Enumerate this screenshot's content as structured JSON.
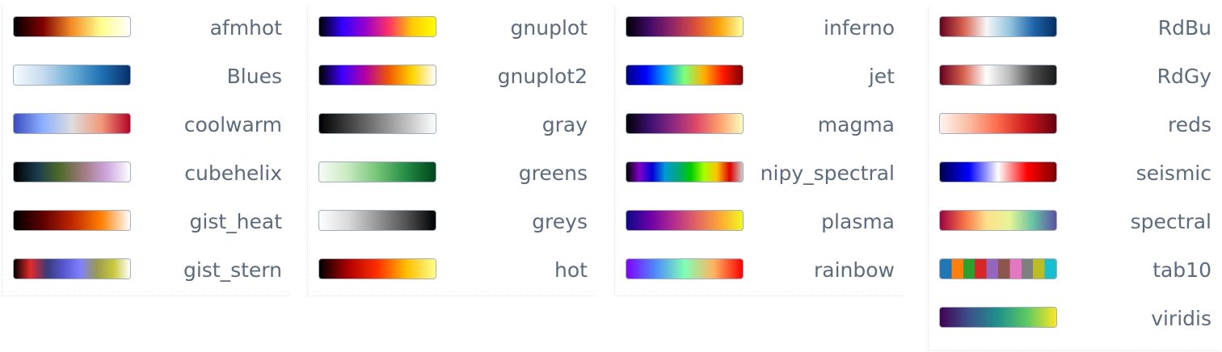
{
  "columns": [
    [
      {
        "name": "afmhot",
        "stops": [
          "#000000",
          "#7f0000",
          "#f48f26",
          "#ffff8e",
          "#ffffff"
        ]
      },
      {
        "name": "Blues",
        "stops": [
          "#f7fbff",
          "#c6dbef",
          "#6baed6",
          "#2171b5",
          "#08306b"
        ]
      },
      {
        "name": "coolwarm",
        "stops": [
          "#3b4cc0",
          "#8db0fe",
          "#dddddd",
          "#f49a7b",
          "#b40426"
        ]
      },
      {
        "name": "cubehelix",
        "stops": [
          "#000000",
          "#1a3b4c",
          "#4f6b2a",
          "#a17a7f",
          "#cfa6e0",
          "#ffffff"
        ]
      },
      {
        "name": "gist_heat",
        "stops": [
          "#000000",
          "#5f0000",
          "#bf2600",
          "#ff7f00",
          "#ffffff"
        ]
      },
      {
        "name": "gist_stern",
        "stops": [
          "#000000",
          "#e52a2a",
          "#3a3a7a",
          "#5656d0",
          "#8080ff",
          "#9a9a50",
          "#c8c83c",
          "#ffffff"
        ]
      }
    ],
    [
      {
        "name": "gnuplot",
        "stops": [
          "#000000",
          "#3300ff",
          "#9900cc",
          "#ff3366",
          "#ffcc00",
          "#ffff00"
        ]
      },
      {
        "name": "gnuplot2",
        "stops": [
          "#000000",
          "#3f00ff",
          "#b400a0",
          "#f05a00",
          "#ffd400",
          "#ffffff"
        ]
      },
      {
        "name": "gray",
        "stops": [
          "#000000",
          "#808080",
          "#ffffff"
        ]
      },
      {
        "name": "greens",
        "stops": [
          "#f7fcf5",
          "#c7e9c0",
          "#74c476",
          "#238b45",
          "#00441b"
        ]
      },
      {
        "name": "greys",
        "stops": [
          "#ffffff",
          "#d9d9d9",
          "#969696",
          "#525252",
          "#000000"
        ]
      },
      {
        "name": "hot",
        "stops": [
          "#000000",
          "#b00000",
          "#ff3000",
          "#ffbe00",
          "#ffff90"
        ]
      }
    ],
    [
      {
        "name": "inferno",
        "stops": [
          "#000004",
          "#420a68",
          "#932667",
          "#dd513a",
          "#fca50a",
          "#fcffa4"
        ]
      },
      {
        "name": "jet",
        "stops": [
          "#00007f",
          "#0000ff",
          "#00a0ff",
          "#7dff7a",
          "#ffb000",
          "#ff1800",
          "#7f0000"
        ]
      },
      {
        "name": "magma",
        "stops": [
          "#000004",
          "#3b0f70",
          "#8c2981",
          "#de4968",
          "#fe9f6d",
          "#fcfdbf"
        ]
      },
      {
        "name": "nipy_spectral",
        "stops": [
          "#000000",
          "#8200c8",
          "#0000dd",
          "#009ad6",
          "#00a878",
          "#00cc00",
          "#a6ff00",
          "#ffc300",
          "#dd0000",
          "#cccccc"
        ]
      },
      {
        "name": "plasma",
        "stops": [
          "#0d0887",
          "#6a00a8",
          "#b12a90",
          "#e16462",
          "#fca636",
          "#f0f921"
        ]
      },
      {
        "name": "rainbow",
        "stops": [
          "#8000ff",
          "#4f8cfb",
          "#80ffb4",
          "#ffb360",
          "#ff0000"
        ]
      }
    ],
    [
      {
        "name": "RdBu",
        "stops": [
          "#67001f",
          "#d6604d",
          "#f7f7f7",
          "#92c5de",
          "#2166ac",
          "#053061"
        ]
      },
      {
        "name": "RdGy",
        "stops": [
          "#67001f",
          "#d6604d",
          "#ffffff",
          "#bababa",
          "#4d4d4d",
          "#1a1a1a"
        ]
      },
      {
        "name": "reds",
        "stops": [
          "#fff5f0",
          "#fcbba1",
          "#fb6a4a",
          "#cb181d",
          "#67000d"
        ]
      },
      {
        "name": "seismic",
        "stops": [
          "#00004c",
          "#0000ff",
          "#ffffff",
          "#ff0000",
          "#800000"
        ]
      },
      {
        "name": "spectral",
        "stops": [
          "#9e0142",
          "#f46d43",
          "#fee08b",
          "#e6f598",
          "#66c2a5",
          "#5e4fa2"
        ]
      },
      {
        "name": "tab10",
        "segmented": true,
        "stops": [
          "#1f77b4",
          "#ff7f0e",
          "#2ca02c",
          "#d62728",
          "#9467bd",
          "#8c564b",
          "#e377c2",
          "#7f7f7f",
          "#bcbd22",
          "#17becf"
        ]
      },
      {
        "name": "viridis",
        "stops": [
          "#440154",
          "#3b528b",
          "#21918c",
          "#5ec962",
          "#fde725"
        ]
      }
    ]
  ]
}
